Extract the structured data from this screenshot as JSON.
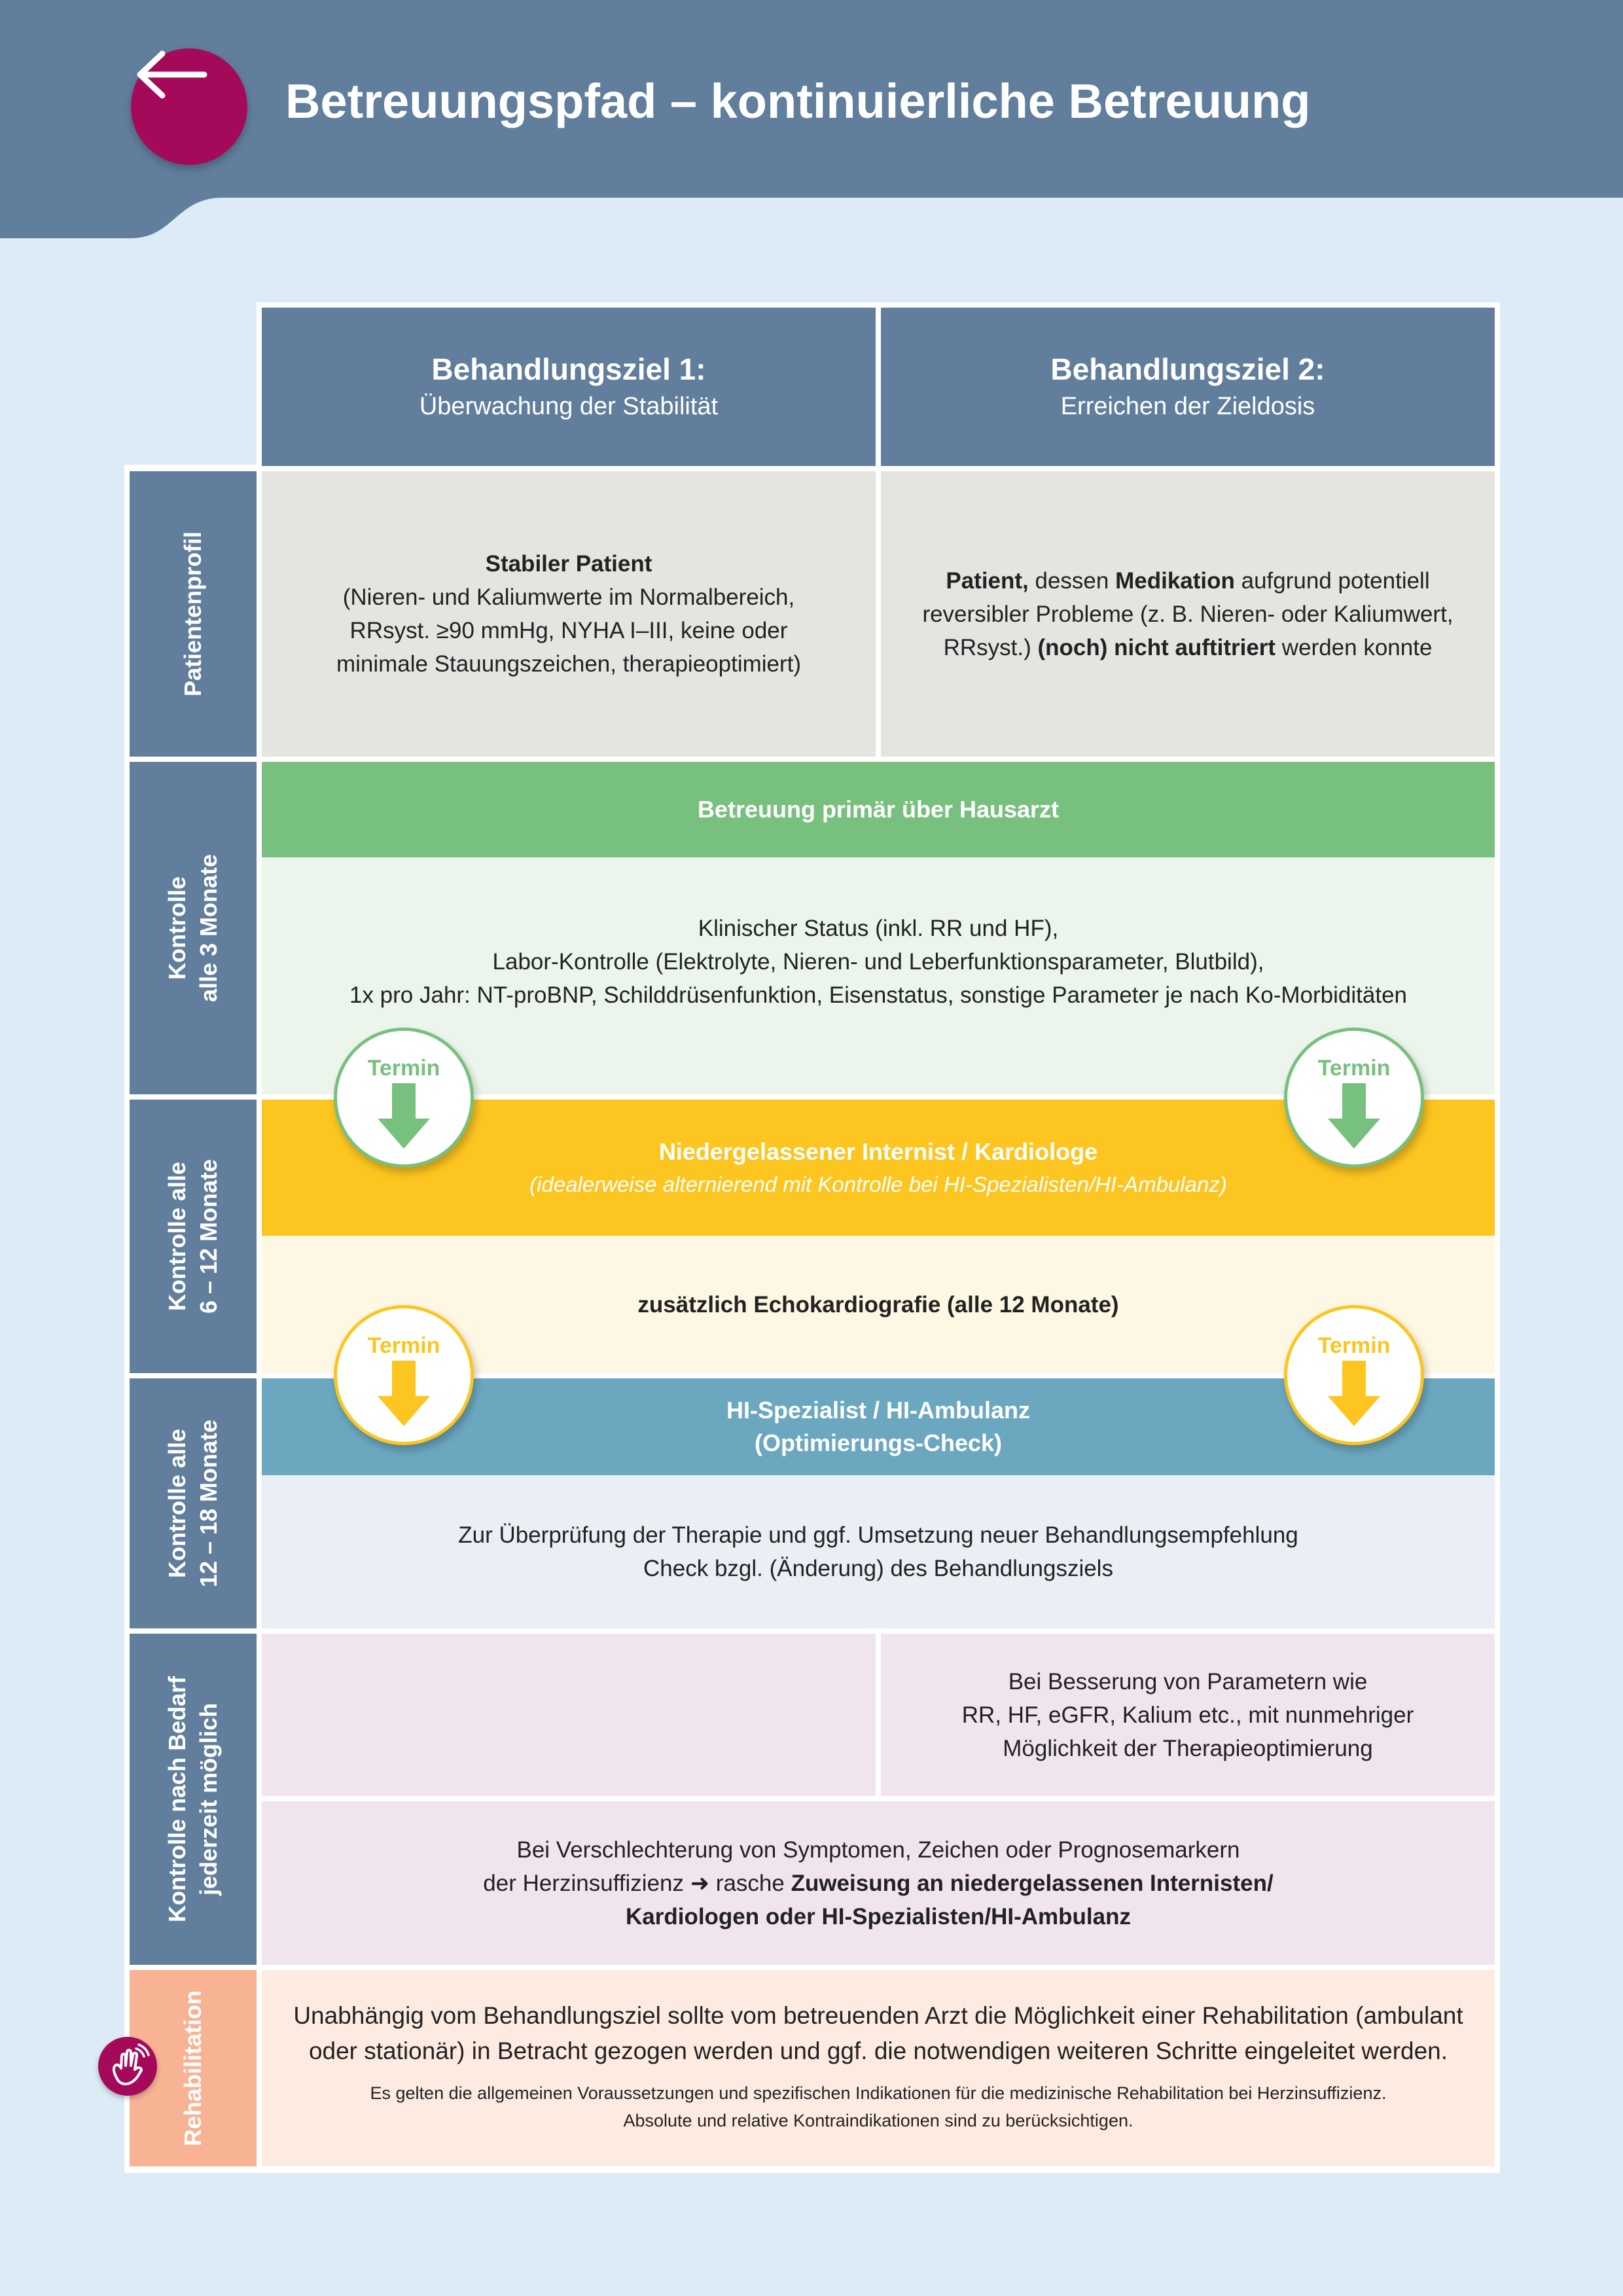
{
  "header": {
    "title": "Betreuungspfad – kontinuierliche Betreuung",
    "back_icon": "arrow-left-icon",
    "color": "#617e9c"
  },
  "columns": [
    {
      "title": "Behandlungsziel 1:",
      "subtitle": "Überwachung der Stabilität"
    },
    {
      "title": "Behandlungsziel 2:",
      "subtitle": "Erreichen der Zieldosis"
    }
  ],
  "rows": {
    "profil": {
      "label": "Patientenprofil",
      "col1": {
        "title": "Stabiler Patient",
        "lines": [
          "(Nieren- und Kaliumwerte im Normalbereich,",
          "RRsyst. ≥90 mmHg, NYHA I–III, keine oder",
          "minimale Stauungszeichen, therapieoptimiert)"
        ]
      },
      "col2": {
        "l1_b1": "Patient,",
        "l1_t1": " dessen ",
        "l1_b2": "Medikation",
        "l1_t2": " aufgrund potentiell",
        "l2": "reversibler Probleme (z. B. Nieren- oder Kaliumwert,",
        "l3_t1": "RRsyst.) ",
        "l3_b1": "(noch) nicht auftitriert",
        "l3_t2": " werden konnte"
      }
    },
    "k3": {
      "label_line1": "Kontrolle",
      "label_line2": "alle 3 Monate",
      "band": "Betreuung primär über Hausarzt",
      "lines": [
        "Klinischer Status (inkl. RR und HF),",
        "Labor-Kontrolle (Elektrolyte, Nieren- und Leberfunktionsparameter, Blutbild),",
        "1x pro Jahr: NT-proBNP, Schilddrüsenfunktion, Eisenstatus, sonstige Parameter je nach Ko-Morbiditäten"
      ]
    },
    "k6": {
      "label_line1": "Kontrolle alle",
      "label_line2": "6 – 12 Monate",
      "band_title": "Niedergelassener Internist / Kardiologe",
      "band_sub": "(idealerweise alternierend mit Kontrolle bei HI-Spezialisten/HI-Ambulanz)",
      "text": "zusätzlich Echokardiografie (alle 12 Monate)"
    },
    "k12": {
      "label_line1": "Kontrolle alle",
      "label_line2": "12 – 18 Monate",
      "band_line1": "HI-Spezialist / HI-Ambulanz",
      "band_line2": "(Optimierungs-Check)",
      "lines": [
        "Zur Überprüfung der Therapie und ggf. Umsetzung neuer Behandlungsempfehlung",
        "Check bzgl. (Änderung) des Behandlungsziels"
      ]
    },
    "bedarf": {
      "label_line1": "Kontrolle nach Bedarf",
      "label_line2": "jederzeit möglich",
      "col2_lines": [
        "Bei Besserung von Parametern wie",
        "RR, HF, eGFR, Kalium etc., mit nunmehriger",
        "Möglichkeit der Therapieoptimierung"
      ],
      "wide_l1": "Bei Verschlechterung von Symptomen, Zeichen oder Prognosemarkern",
      "wide_l2_t": "der Herzinsuffizienz ➜ rasche ",
      "wide_l2_b": "Zuweisung an niedergelassenen Internisten/",
      "wide_l3_b": "Kardiologen oder HI-Spezialisten/HI-Ambulanz"
    },
    "reha": {
      "label": "Rehabilitation",
      "main_lines": [
        "Unabhängig vom Behandlungsziel sollte vom betreuenden Arzt die Möglichkeit einer Rehabilitation (ambulant",
        "oder stationär) in Betracht gezogen werden und ggf. die notwendigen weiteren Schritte eingeleitet werden."
      ],
      "note_lines": [
        "Es gelten die allgemeinen Voraussetzungen und spezifischen Indikationen für die medizinische Rehabilitation bei Herzinsuffizienz.",
        "Absolute und relative Kontraindikationen sind zu berücksichtigen."
      ],
      "icon": "hand-icon"
    }
  },
  "termin_label": "Termin",
  "colors": {
    "header_blue": "#617e9c",
    "green": "#78c07d",
    "yellow": "#fcc520",
    "teal": "#6ba8c0",
    "magenta": "#a50a5a",
    "salmon": "#f7b394"
  }
}
